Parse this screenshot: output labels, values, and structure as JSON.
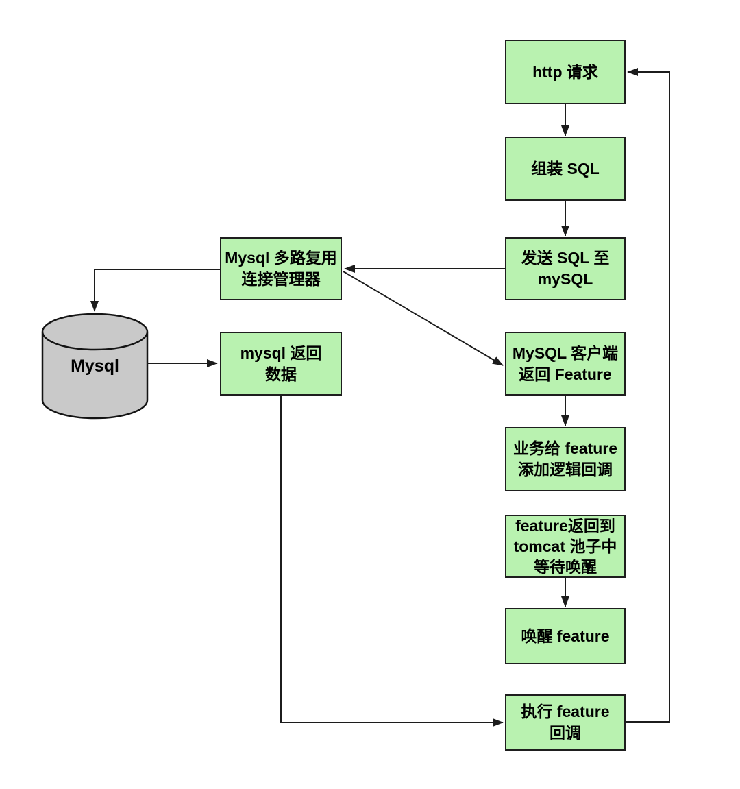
{
  "diagram": {
    "type": "flowchart",
    "colors": {
      "node_fill": "#b9f2b0",
      "node_border": "#1e1e1e",
      "db_fill": "#c9c9c9",
      "arrow": "#1c1c1c",
      "bg": "#ffffff"
    },
    "nodes": {
      "http_request": {
        "label": "http 请求"
      },
      "assemble_sql": {
        "label": "组装 SQL"
      },
      "send_sql": {
        "label": "发送 SQL 至\nmySQL"
      },
      "multiplex_manager": {
        "label": "Mysql 多路复用\n连接管理器"
      },
      "mysql_client_return": {
        "label": "MySQL 客户端\n返回 Feature"
      },
      "mysql_return_data": {
        "label": "mysql 返回\n数据"
      },
      "add_logic_callback": {
        "label": "业务给 feature\n添加逻辑回调"
      },
      "feature_return_tomcat": {
        "label": "feature返回到\ntomcat 池子中\n等待唤醒"
      },
      "wake_feature": {
        "label": "唤醒 feature"
      },
      "execute_feature_callback": {
        "label": "执行 feature\n回调"
      },
      "database": {
        "label": "Mysql"
      }
    },
    "edges": [
      {
        "from": "http_request",
        "to": "assemble_sql"
      },
      {
        "from": "assemble_sql",
        "to": "send_sql"
      },
      {
        "from": "send_sql",
        "to": "multiplex_manager"
      },
      {
        "from": "multiplex_manager",
        "to": "mysql_client_return"
      },
      {
        "from": "multiplex_manager",
        "to": "database"
      },
      {
        "from": "database",
        "to": "mysql_return_data"
      },
      {
        "from": "mysql_client_return",
        "to": "add_logic_callback"
      },
      {
        "from": "feature_return_tomcat",
        "to": "wake_feature"
      },
      {
        "from": "mysql_return_data",
        "to": "execute_feature_callback"
      },
      {
        "from": "execute_feature_callback",
        "to": "http_request"
      }
    ]
  }
}
